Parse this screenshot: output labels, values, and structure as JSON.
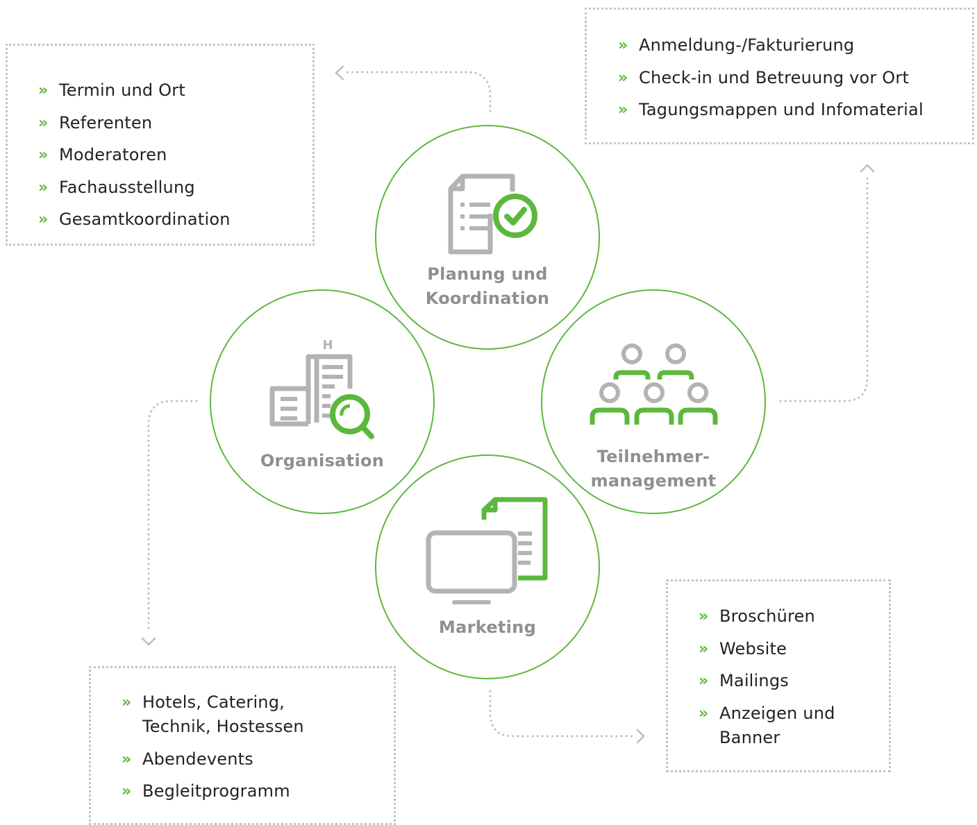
{
  "nodes": {
    "planung": {
      "label": "Planung und\nKoordination",
      "items": [
        "Termin und Ort",
        "Referenten",
        "Moderatoren",
        "Fachausstellung",
        "Gesamtkoordination"
      ]
    },
    "teilnehmer": {
      "label": "Teilnehmer-\nmanagement",
      "items": [
        "Anmeldung-/Fakturierung",
        "Check-in und Betreuung vor Ort",
        "Tagungsmappen und Infomaterial"
      ]
    },
    "organisation": {
      "label": "Organisation",
      "icon_letter": "H",
      "items": [
        "Hotels, Catering,\nTechnik, Hostessen",
        "Abendevents",
        "Begleitprogramm"
      ]
    },
    "marketing": {
      "label": "Marketing",
      "items": [
        "Broschüren",
        "Website",
        "Mailings",
        "Anzeigen und\nBanner"
      ]
    }
  },
  "bullet_symbol": "»",
  "icons": {
    "planung": "document-check-icon",
    "organisation": "building-search-icon",
    "teilnehmer": "audience-icon",
    "marketing": "monitor-document-icon"
  },
  "colors": {
    "accent_green": "#5cb83d",
    "label_gray": "#8f8f8f",
    "icon_gray": "#b3b3b3",
    "dotted_border": "#c4c4c4",
    "text": "#222222"
  }
}
